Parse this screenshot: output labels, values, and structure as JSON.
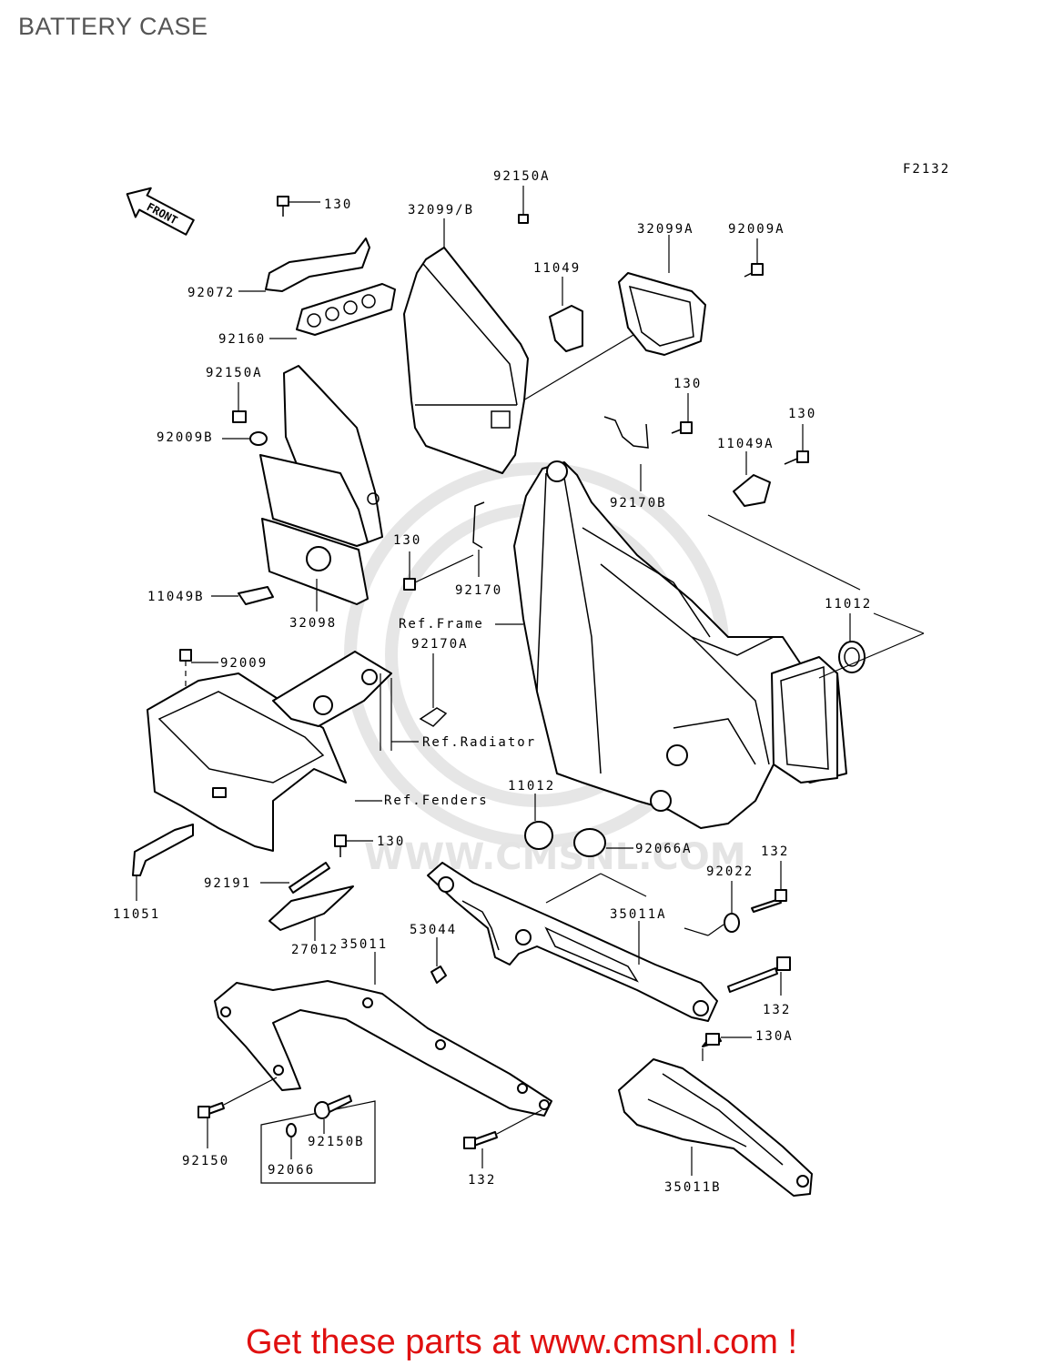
{
  "title": "BATTERY CASE",
  "figure_code": "F2132",
  "front_arrow_label": "FRONT",
  "watermark_text": "WWW.CMSNL.COM",
  "footer_cta": "Get these parts at www.cmsnl.com !",
  "colors": {
    "cta": "#e01010",
    "title": "#555555",
    "watermark": "#e4e4e4"
  },
  "part_labels": [
    {
      "id": "130_a",
      "text": "130"
    },
    {
      "id": "92150A_a",
      "text": "92150A"
    },
    {
      "id": "32099B",
      "text": "32099/B"
    },
    {
      "id": "32099A",
      "text": "32099A"
    },
    {
      "id": "92009A",
      "text": "92009A"
    },
    {
      "id": "11049",
      "text": "11049"
    },
    {
      "id": "92072",
      "text": "92072"
    },
    {
      "id": "92160",
      "text": "92160"
    },
    {
      "id": "92150A_b",
      "text": "92150A"
    },
    {
      "id": "130_b",
      "text": "130"
    },
    {
      "id": "92009B",
      "text": "92009B"
    },
    {
      "id": "11049A",
      "text": "11049A"
    },
    {
      "id": "130_c",
      "text": "130"
    },
    {
      "id": "92170B",
      "text": "92170B"
    },
    {
      "id": "130_d",
      "text": "130"
    },
    {
      "id": "11049B",
      "text": "11049B"
    },
    {
      "id": "92170",
      "text": "92170"
    },
    {
      "id": "32098",
      "text": "32098"
    },
    {
      "id": "ref_frame",
      "text": "Ref.Frame"
    },
    {
      "id": "11012_a",
      "text": "11012"
    },
    {
      "id": "92009",
      "text": "92009"
    },
    {
      "id": "92170A",
      "text": "92170A"
    },
    {
      "id": "ref_radiator",
      "text": "Ref.Radiator"
    },
    {
      "id": "11012_b",
      "text": "11012"
    },
    {
      "id": "ref_fenders",
      "text": "Ref.Fenders"
    },
    {
      "id": "130_e",
      "text": "130"
    },
    {
      "id": "92066A",
      "text": "92066A"
    },
    {
      "id": "132_a",
      "text": "132"
    },
    {
      "id": "92022",
      "text": "92022"
    },
    {
      "id": "92191",
      "text": "92191"
    },
    {
      "id": "11051",
      "text": "11051"
    },
    {
      "id": "35011A",
      "text": "35011A"
    },
    {
      "id": "53044",
      "text": "53044"
    },
    {
      "id": "27012",
      "text": "27012"
    },
    {
      "id": "35011",
      "text": "35011"
    },
    {
      "id": "132_b",
      "text": "132"
    },
    {
      "id": "130A",
      "text": "130A"
    },
    {
      "id": "92150B",
      "text": "92150B"
    },
    {
      "id": "92150",
      "text": "92150"
    },
    {
      "id": "92066",
      "text": "92066"
    },
    {
      "id": "132_c",
      "text": "132"
    },
    {
      "id": "35011B",
      "text": "35011B"
    }
  ]
}
